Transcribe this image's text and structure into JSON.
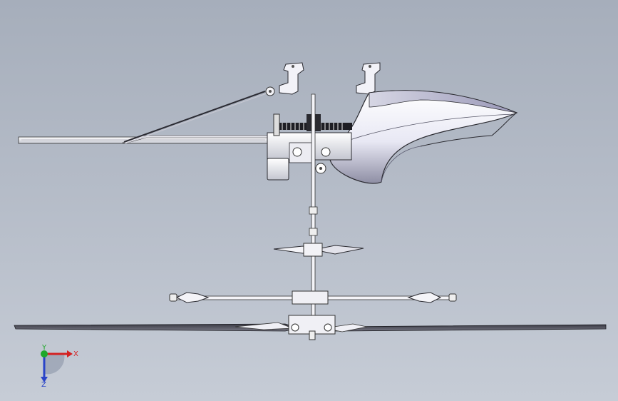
{
  "viewport": {
    "background_top": "#a6aebb",
    "background_bottom": "#c6ccd6"
  },
  "triad": {
    "x_label": "X",
    "y_label": "Y",
    "z_label": "Z",
    "x_color": "#d42222",
    "y_color": "#1fa82a",
    "z_color": "#2a44c8"
  },
  "model": {
    "name_icon": "helicopter-rotor-assembly",
    "body_color": "#f4f4fa",
    "edge_color": "#2a2a30"
  }
}
